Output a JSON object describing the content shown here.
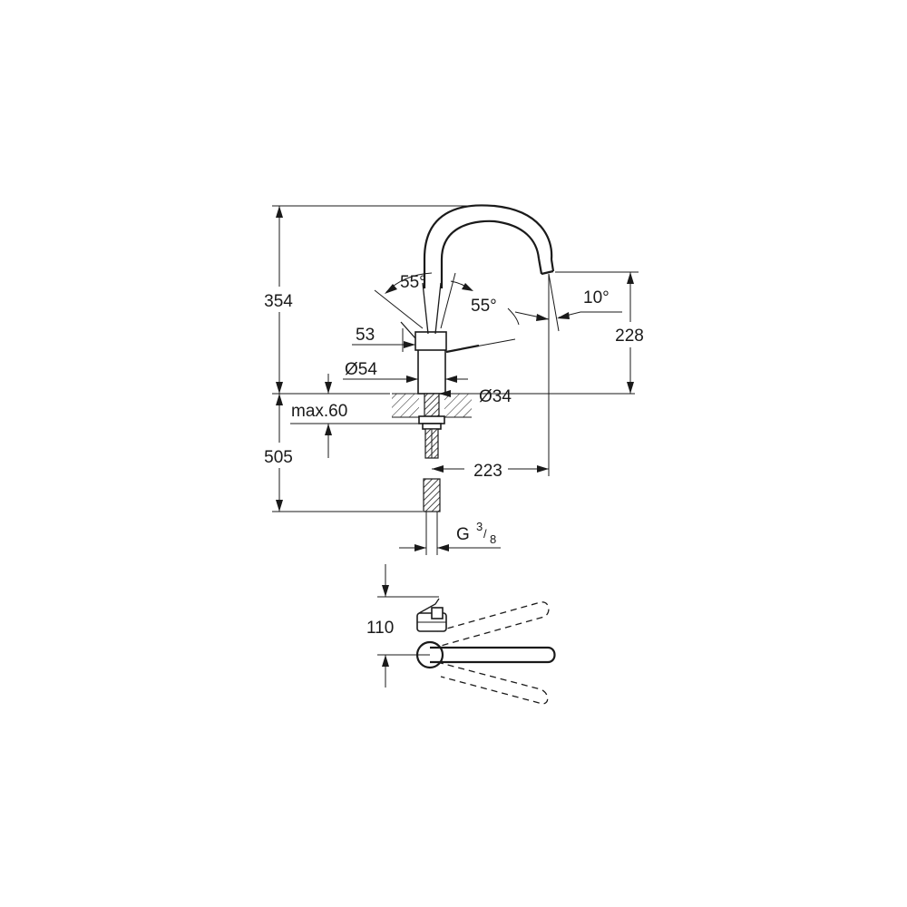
{
  "dimensions": {
    "total_height": "354",
    "spout_height": "228",
    "below_counter": "505",
    "max_counter_thickness": "max.60",
    "handle_depth": "53",
    "base_diameter": "Ø54",
    "hole_diameter": "Ø34",
    "spout_reach": "223",
    "lever_angle_left": "55°",
    "lever_angle_right": "55°",
    "spout_tilt": "10°",
    "connection_prefix": "G",
    "connection_num": "3",
    "connection_den": "8",
    "top_view_depth": "110"
  }
}
